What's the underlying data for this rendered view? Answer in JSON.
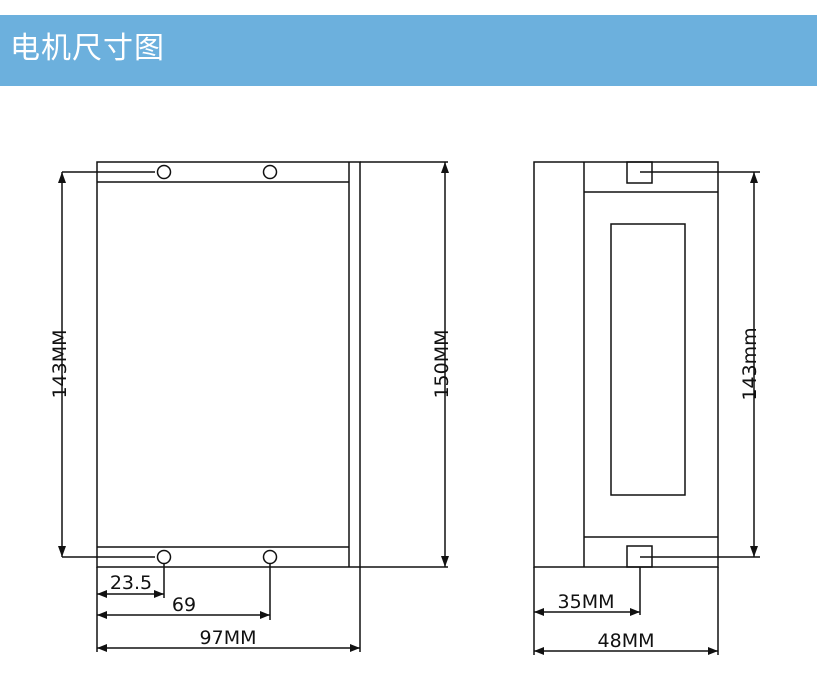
{
  "header": {
    "title": "电机尺寸图"
  },
  "colors": {
    "header_bg": "#6cb0dd",
    "header_text": "#ffffff",
    "line": "#111111"
  },
  "front_view": {
    "height_label": "143MM",
    "total_height_label": "150MM",
    "hole_offset_label": "23.5",
    "hole_spacing_label": "69",
    "width_label": "97MM"
  },
  "side_view": {
    "height_label": "143mm",
    "slot_offset_label": "35MM",
    "width_label": "48MM"
  }
}
